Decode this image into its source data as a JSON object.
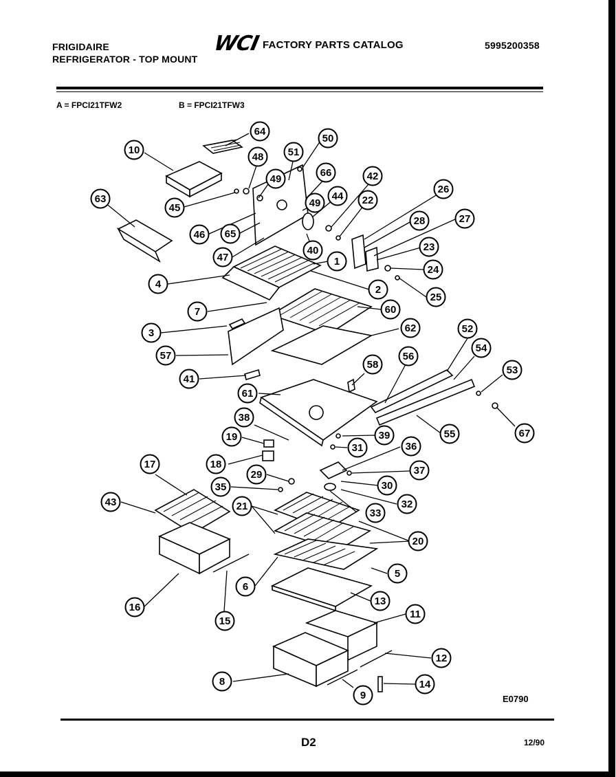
{
  "header": {
    "brand": "FRIGIDAIRE",
    "product": "REFRIGERATOR - TOP MOUNT",
    "logo": "WCI",
    "catalog_title": "FACTORY PARTS CATALOG",
    "catalog_number": "5995200358"
  },
  "models": {
    "a": "A = FPCI21TFW2",
    "b": "B = FPCI21TFW3"
  },
  "callouts": [
    "64",
    "50",
    "10",
    "48",
    "51",
    "66",
    "63",
    "45",
    "49",
    "42",
    "26",
    "22",
    "44",
    "49",
    "28",
    "27",
    "46",
    "65",
    "23",
    "47",
    "40",
    "1",
    "24",
    "4",
    "2",
    "25",
    "7",
    "60",
    "3",
    "62",
    "52",
    "57",
    "56",
    "54",
    "58",
    "53",
    "41",
    "61",
    "38",
    "39",
    "55",
    "67",
    "19",
    "31",
    "36",
    "18",
    "37",
    "29",
    "17",
    "30",
    "35",
    "32",
    "43",
    "21",
    "33",
    "20",
    "5",
    "6",
    "13",
    "16",
    "15",
    "11",
    "12",
    "8",
    "14",
    "9"
  ],
  "footer": {
    "page_code": "D2",
    "date": "12/90",
    "figure_code": "E0790"
  }
}
